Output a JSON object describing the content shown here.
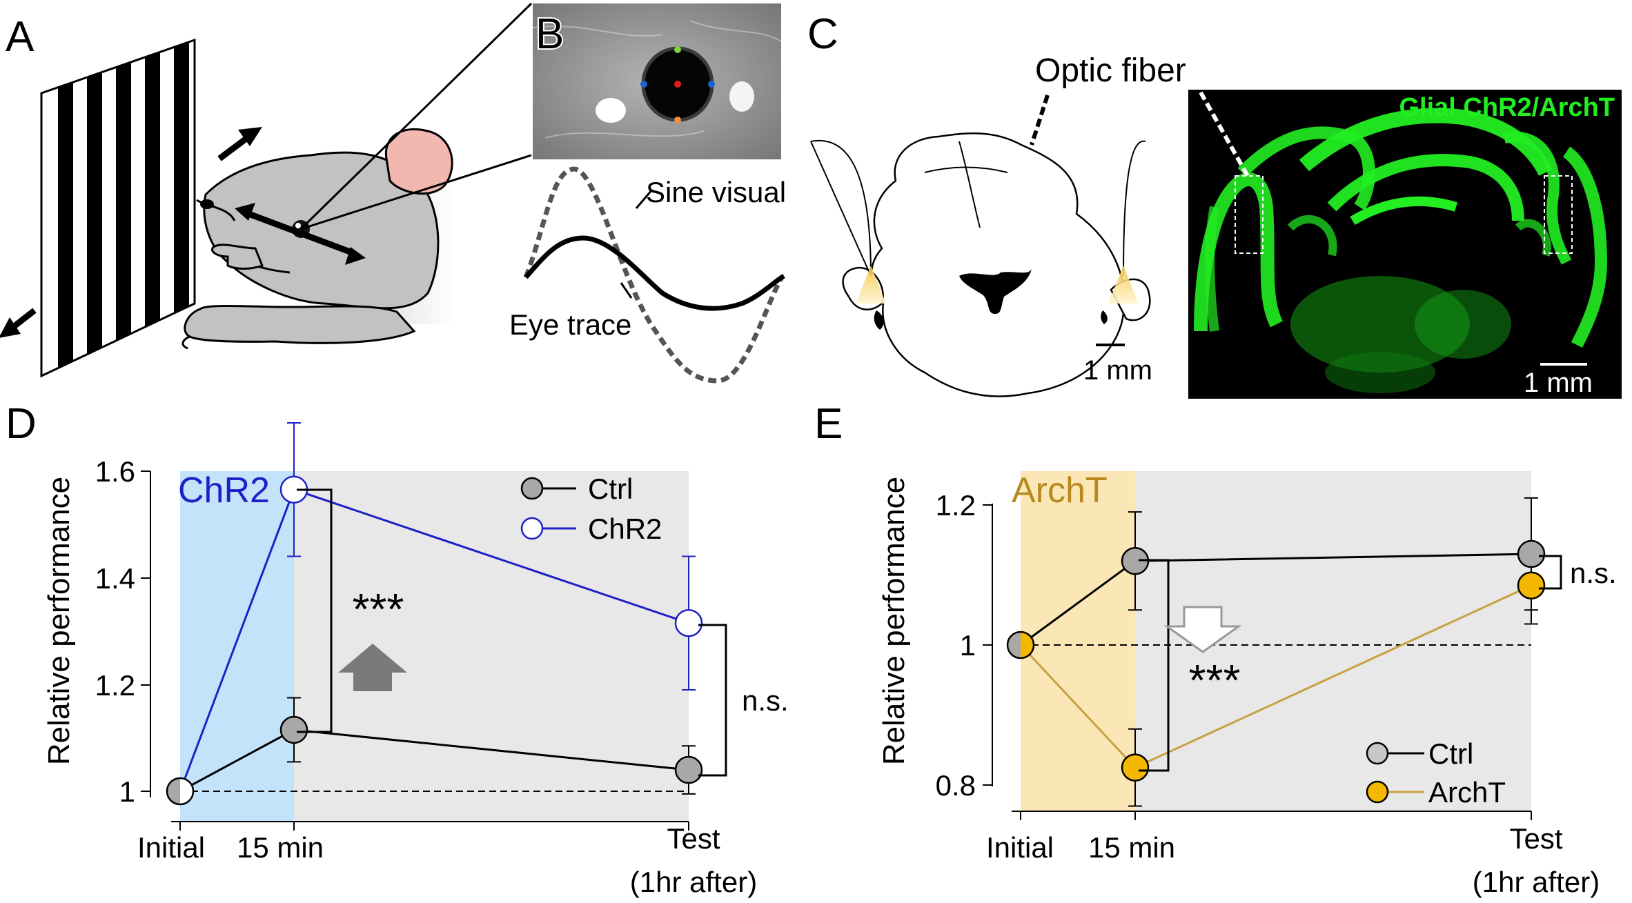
{
  "panel_letters": {
    "a": "A",
    "b": "B",
    "c": "C",
    "d": "D",
    "e": "E"
  },
  "panel_b": {
    "sine_label": "Sine visual",
    "eye_label": "Eye trace"
  },
  "panel_c": {
    "fiber_label": "Optic fiber",
    "image_title": "Glial ChR2/ArchT",
    "scale_left": "1 mm",
    "scale_right": "1 mm"
  },
  "colors": {
    "chr2": "#1f1fc8",
    "archt": "#f5b800",
    "archt_line": "#c8a040",
    "archt_text": "#b8891e",
    "ctrl_fill": "#a8a8a8",
    "blue_shade": "#c3e3fa",
    "yellow_shade": "#fbe6b5",
    "gray_shade": "#e8e8e8",
    "glial_green": "#22ee22"
  },
  "chart_data": [
    {
      "type": "line",
      "panel": "D",
      "xticks": [
        "Initial",
        "15 min",
        "Test"
      ],
      "xtick_sub": "(1hr after)",
      "ylabel": "Relative performance",
      "ylim": [
        0.99,
        1.62
      ],
      "yticks": [
        "1",
        "1.2",
        "1.4",
        "1.6"
      ],
      "ytick_values": [
        1.0,
        1.2,
        1.4,
        1.6
      ],
      "x_values": [
        0,
        15,
        60
      ],
      "shade_label": "ChR2",
      "series": [
        {
          "name": "Ctrl",
          "values": [
            1.0,
            1.115,
            1.04
          ],
          "err": [
            0,
            0.06,
            0.045
          ]
        },
        {
          "name": "ChR2",
          "values": [
            1.0,
            1.565,
            1.315
          ],
          "err": [
            0,
            0.125,
            0.125
          ]
        }
      ],
      "annotations": [
        "***",
        "n.s."
      ],
      "legend": "top-right"
    },
    {
      "type": "line",
      "panel": "E",
      "xticks": [
        "Initial",
        "15 min",
        "Test"
      ],
      "xtick_sub": "(1hr after)",
      "ylabel": "Relative performance",
      "ylim": [
        0.79,
        1.25
      ],
      "yticks": [
        "0.8",
        "1",
        "1.2"
      ],
      "ytick_values": [
        0.8,
        1.0,
        1.2
      ],
      "x_values": [
        0,
        15,
        60
      ],
      "shade_label": "ArchT",
      "series": [
        {
          "name": "Ctrl",
          "values": [
            1.0,
            1.12,
            1.13
          ],
          "err": [
            0,
            0.07,
            0.08
          ]
        },
        {
          "name": "ArchT",
          "values": [
            1.0,
            0.825,
            1.085
          ],
          "err": [
            0,
            0.055,
            0.055
          ]
        }
      ],
      "annotations": [
        "***",
        "n.s."
      ],
      "legend": "bottom-right"
    }
  ]
}
